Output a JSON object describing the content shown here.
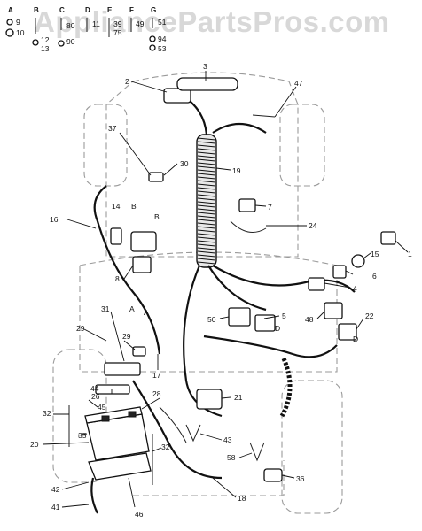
{
  "watermark": "AppliancePartsPros.com",
  "hardware_groups": [
    {
      "letter": "A",
      "nums": [
        "9",
        "10"
      ]
    },
    {
      "letter": "B",
      "nums": [
        "12",
        "13"
      ]
    },
    {
      "letter": "C",
      "nums": [
        "80",
        "90"
      ]
    },
    {
      "letter": "D",
      "nums": [
        "11"
      ]
    },
    {
      "letter": "E",
      "nums": [
        "39",
        "75"
      ]
    },
    {
      "letter": "F",
      "nums": [
        "49"
      ]
    },
    {
      "letter": "G",
      "nums": [
        "51",
        "94",
        "53"
      ]
    }
  ],
  "callouts": [
    "1",
    "2",
    "3",
    "4",
    "5",
    "6",
    "7",
    "8",
    "14",
    "15",
    "16",
    "17",
    "18",
    "19",
    "20",
    "21",
    "22",
    "24",
    "26",
    "28",
    "29",
    "29",
    "30",
    "31",
    "32",
    "32",
    "35",
    "36",
    "37",
    "41",
    "42",
    "43",
    "44",
    "45",
    "46",
    "47",
    "48",
    "50",
    "58",
    "B",
    "B",
    "A",
    "A",
    "D",
    "D"
  ]
}
